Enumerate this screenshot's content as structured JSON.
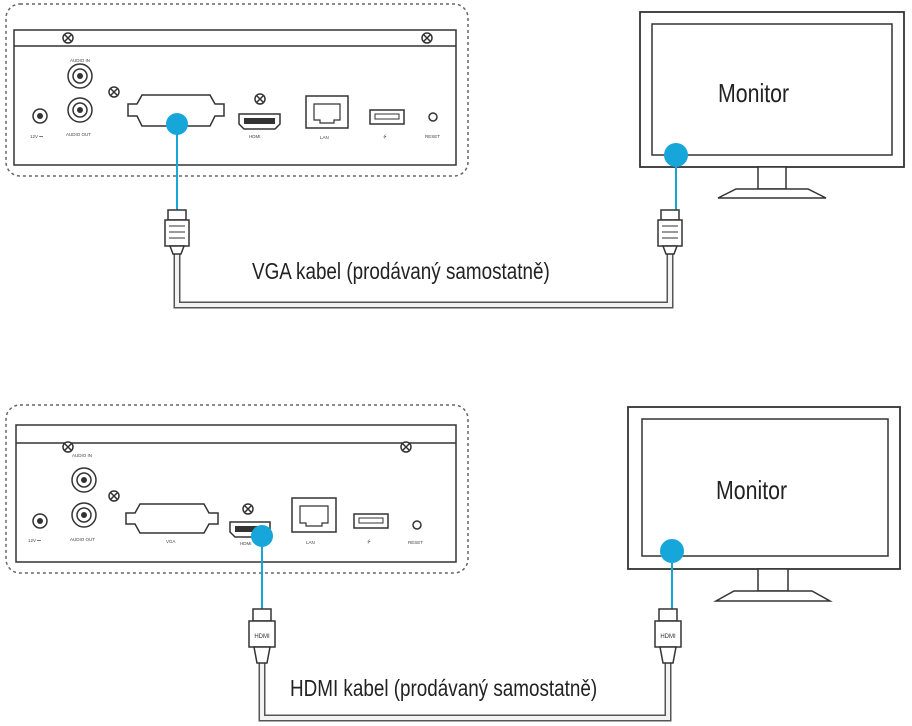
{
  "vga_diagram": {
    "monitor_label": "Monitor",
    "cable_label": "VGA kabel (prodávaný samostatně)",
    "device_port_labels": {
      "dc_in": "12V ⎓",
      "audio_in": "AUDIO IN",
      "audio_out": "AUDIO OUT",
      "hdmi": "HDMI",
      "lan": "LAN",
      "usb": "⭍",
      "reset": "RESET"
    }
  },
  "hdmi_diagram": {
    "monitor_label": "Monitor",
    "cable_label": "HDMI kabel (prodávaný samostatně)",
    "plug_text": "HDMI",
    "device_port_labels": {
      "dc_in": "12V ⎓",
      "audio_in": "AUDIO IN",
      "audio_out": "AUDIO OUT",
      "vga": "VGA",
      "hdmi": "HDMI",
      "lan": "LAN",
      "usb": "⭍",
      "reset": "RESET"
    }
  },
  "colors": {
    "connection_dot": "#17a6d9",
    "cable_outline": "#555555",
    "cable_fill": "#f3f3f3",
    "device_outline": "#333333"
  },
  "icons": [
    "screw-icon",
    "rca-jack-icon",
    "vga-port-icon",
    "hdmi-port-icon",
    "lan-port-icon",
    "usb-port-icon",
    "reset-button-icon",
    "dc-jack-icon"
  ]
}
